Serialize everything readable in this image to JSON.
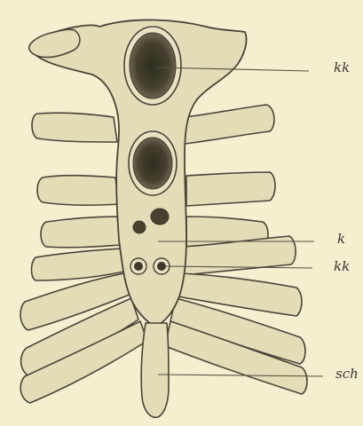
{
  "figure": {
    "labels": {
      "kk_top": "kk",
      "k": "k",
      "kk_lower": "kk",
      "sch": "sch"
    }
  },
  "colors": {
    "paper": "#f3efcf",
    "cartilage_fill": "#e2dcb7",
    "outline": "#4a4438",
    "nucleus_dark": "#3d3a2c",
    "nucleus_rim": "#7a7458",
    "leader_line": "#55503f"
  }
}
